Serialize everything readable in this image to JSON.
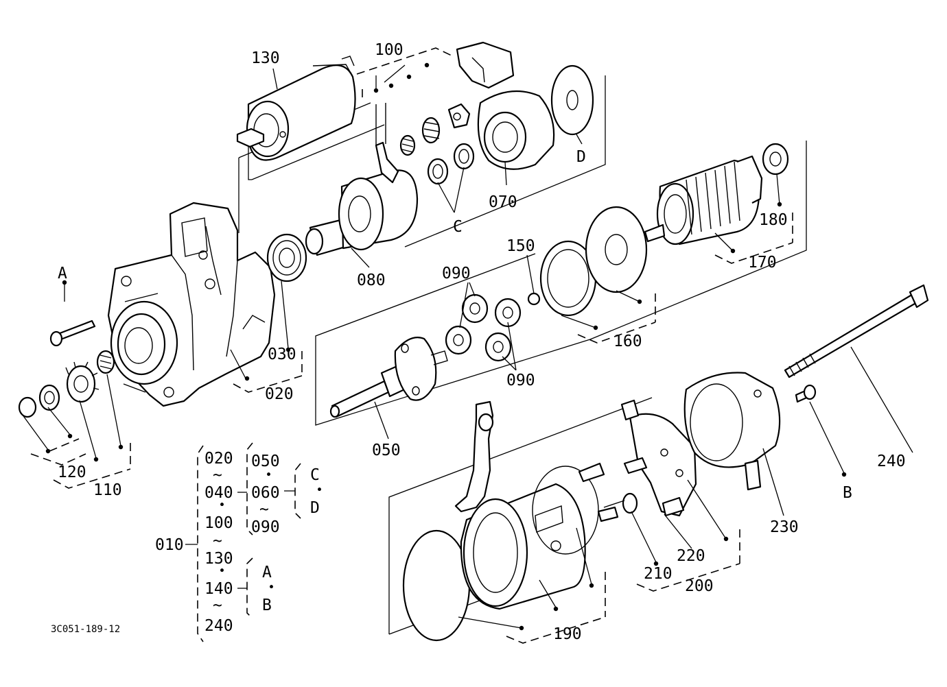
{
  "diagram_code": "3C051-189-12",
  "callouts": {
    "p010": "010",
    "p020": "020",
    "p030": "030",
    "p050": "050",
    "p070": "070",
    "p080": "080",
    "p090a": "090",
    "p090b": "090",
    "p100": "100",
    "p110": "110",
    "p120": "120",
    "p130": "130",
    "p150": "150",
    "p160": "160",
    "p170": "170",
    "p180": "180",
    "p190": "190",
    "p200": "200",
    "p210": "210",
    "p220": "220",
    "p230": "230",
    "p240": "240",
    "A": "A",
    "B": "B",
    "C": "C",
    "D": "D"
  },
  "kit_legend": {
    "root": "010",
    "col1": [
      "020",
      "040",
      "100",
      "130",
      "140",
      "240"
    ],
    "col2": [
      "050",
      "060",
      "090"
    ],
    "col3a": [
      "C",
      "D"
    ],
    "col3b": [
      "A",
      "B"
    ],
    "tilde": "~",
    "dot": "・"
  }
}
